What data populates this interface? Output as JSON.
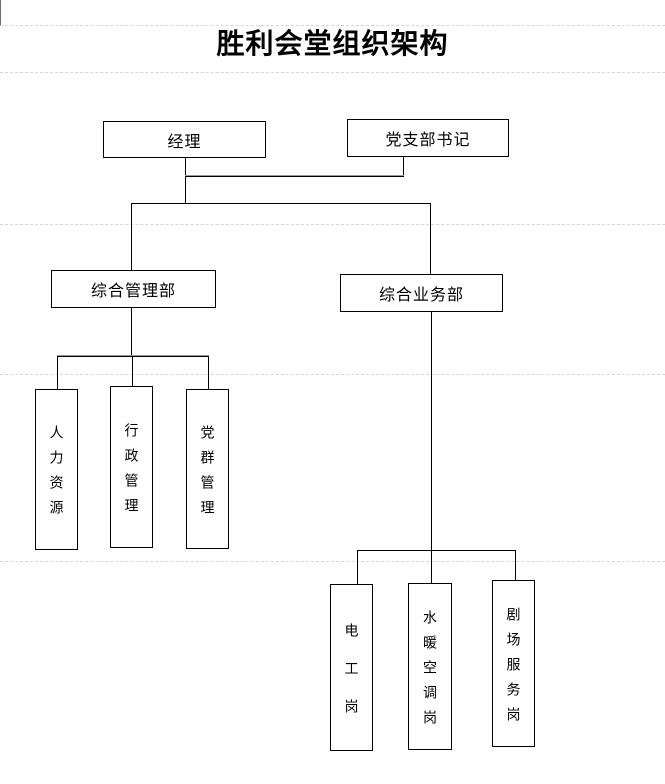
{
  "page": {
    "title": "胜利会堂组织架构"
  },
  "colors": {
    "line": "#000000",
    "guide_dash": "#d6d6d6",
    "box_border": "#000000",
    "box_background": "#ffffff",
    "text": "#000000"
  },
  "org": {
    "top": [
      {
        "id": "manager",
        "label": "经理"
      },
      {
        "id": "party-secretary",
        "label": "党支部书记"
      }
    ],
    "departments": [
      {
        "id": "general-management-dept",
        "label": "综合管理部",
        "children": [
          {
            "id": "human-resources",
            "label": "人力资源"
          },
          {
            "id": "admin-management",
            "label": "行政管理"
          },
          {
            "id": "party-mass-management",
            "label": "党群管理"
          }
        ]
      },
      {
        "id": "general-business-dept",
        "label": "综合业务部",
        "children": [
          {
            "id": "electrician-post",
            "label": "电工岗"
          },
          {
            "id": "hvac-post",
            "label": "水暖空调岗"
          },
          {
            "id": "theater-service-post",
            "label": "剧场服务岗"
          }
        ]
      }
    ]
  }
}
